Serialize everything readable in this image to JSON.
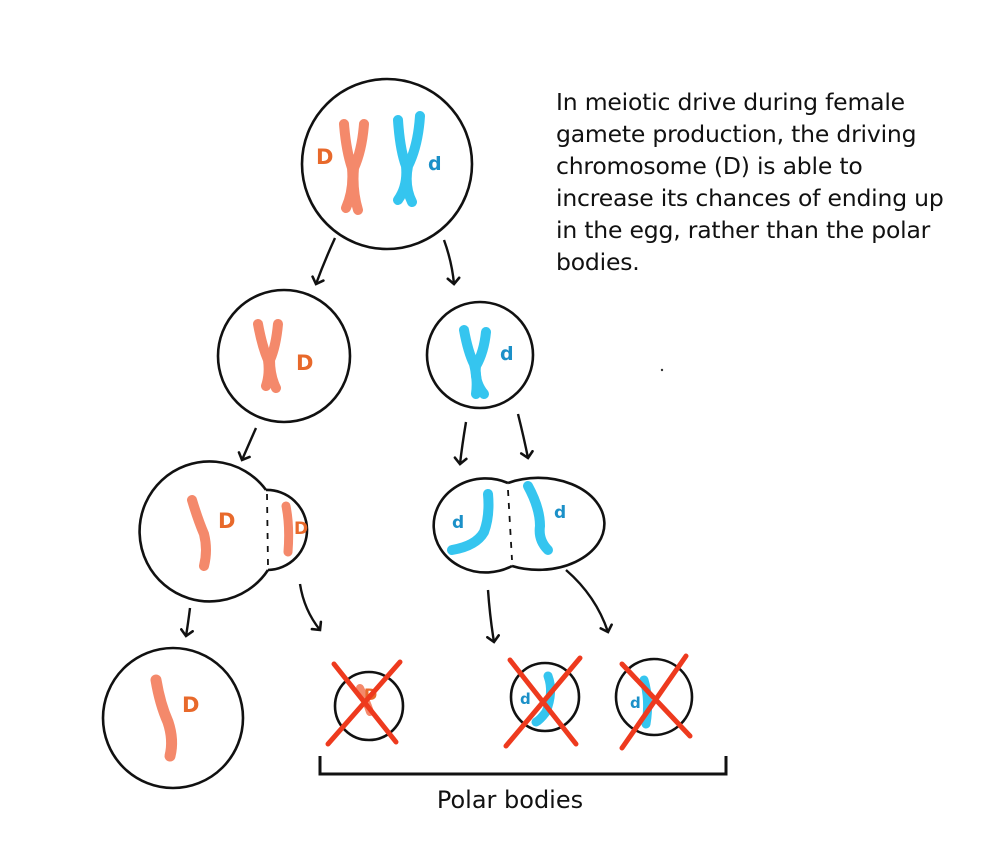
{
  "caption": "In meiotic drive during female gamete production, the driving chromosome (D) is able to increase its chances of ending up in the egg, rather than the polar bodies.",
  "polar_bodies_label": "Polar bodies",
  "allele_driving": "D",
  "allele_nondriving": "d",
  "colors": {
    "driving_chromosome": "#f4896b",
    "driving_label": "#e8692b",
    "nondriving_chromosome": "#35c5ef",
    "nondriving_label": "#1b90c8",
    "cross_mark": "#ee3a1e",
    "outline": "#111111"
  }
}
